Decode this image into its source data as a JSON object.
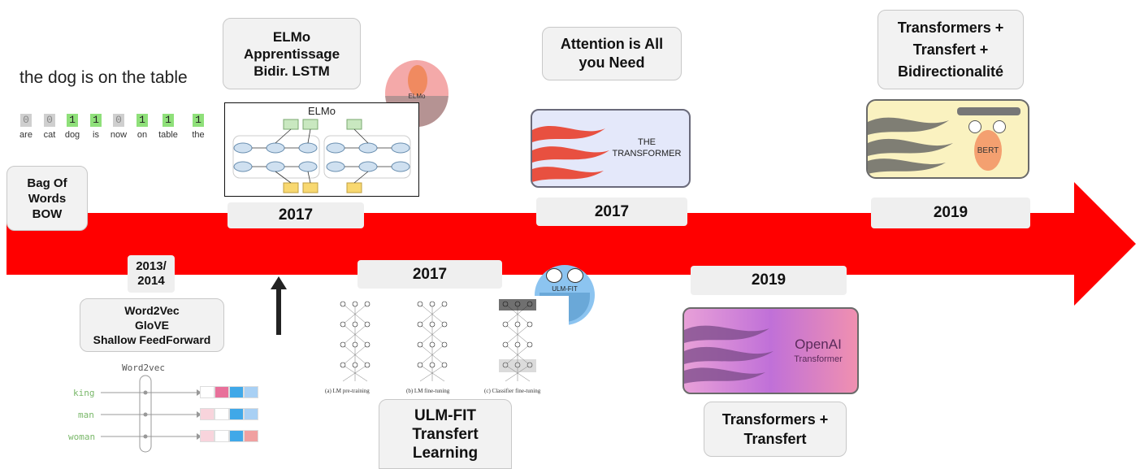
{
  "bow": {
    "sentence": "the dog is on the table",
    "tokens": [
      {
        "word": "are",
        "value": "0",
        "active": false
      },
      {
        "word": "cat",
        "value": "0",
        "active": false
      },
      {
        "word": "dog",
        "value": "1",
        "active": true
      },
      {
        "word": "is",
        "value": "1",
        "active": true
      },
      {
        "word": "now",
        "value": "0",
        "active": false
      },
      {
        "word": "on",
        "value": "1",
        "active": true
      },
      {
        "word": "table",
        "value": "1",
        "active": true
      },
      {
        "word": "the",
        "value": "1",
        "active": true
      }
    ],
    "label": "Bag Of\nWords\nBOW"
  },
  "word2vec": {
    "year": "2013/\n2014",
    "label": "Word2Vec\nGloVE\nShallow FeedForward",
    "title": "Word2vec",
    "words": [
      "king",
      "man",
      "woman"
    ]
  },
  "elmo": {
    "label": "ELMo\nApprentissage\nBidir. LSTM",
    "diagram_title": "ELMo",
    "year": "2017",
    "mascot_text": "ELMo"
  },
  "ulmfit": {
    "year": "2017",
    "label": "ULM-FIT\nTransfert\nLearning",
    "mascot_text": "ULM-FIT",
    "captions": [
      "(a) LM pre-training",
      "(b) LM fine-tuning",
      "(c) Classifier fine-tuning"
    ]
  },
  "transformer": {
    "label": "Attention is All\nyou Need",
    "card_text": "THE\nTRANSFORMER",
    "year": "2017"
  },
  "openai": {
    "year": "2019",
    "card_title": "OpenAI",
    "card_sub": "Transformer",
    "label": "Transformers +\nTransfert"
  },
  "bert": {
    "label": "Transformers +\nTransfert +\nBidirectionalité",
    "card_text": "BERT",
    "year": "2019"
  },
  "colors": {
    "arrow": "#ff0000",
    "box_bg": "#f2f2f2",
    "bow_active": "#8fe07a",
    "bow_inactive": "#cfcfcf"
  }
}
